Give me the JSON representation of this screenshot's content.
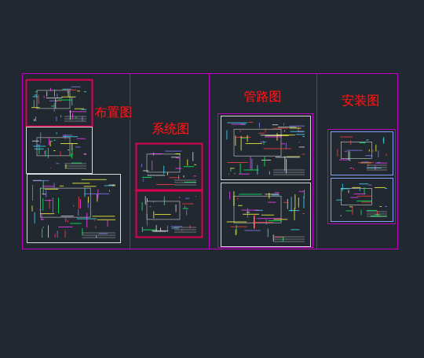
{
  "diagram": {
    "nodes": [
      {
        "text": [
          "布置图"
        ]
      },
      {
        "text": [
          "系统图"
        ]
      },
      {
        "text": [
          "管路图"
        ]
      },
      {
        "text": [
          "安装图"
        ]
      }
    ]
  }
}
